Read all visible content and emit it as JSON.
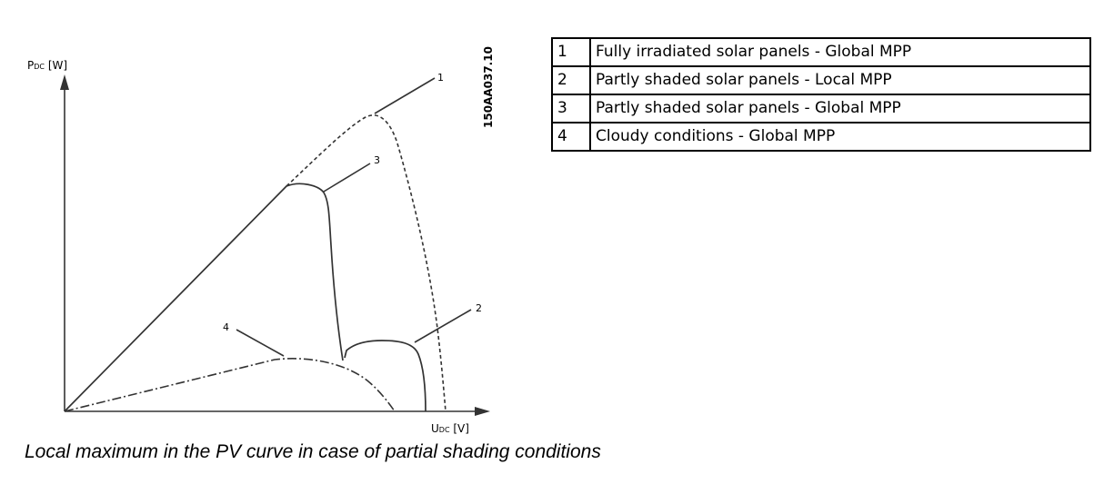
{
  "diagram": {
    "y_axis_label": {
      "main": "P",
      "sub": "DC",
      "unit": " [W]"
    },
    "x_axis_label": {
      "main": "U",
      "sub": "DC",
      "unit": " [V]"
    },
    "drawing_code": "150AA037.10",
    "callouts": [
      "1",
      "2",
      "3",
      "4"
    ]
  },
  "legend": [
    {
      "num": "1",
      "text": "Fully irradiated solar panels - Global MPP"
    },
    {
      "num": "2",
      "text": "Partly shaded solar panels - Local MPP"
    },
    {
      "num": "3",
      "text": "Partly shaded solar panels - Global MPP"
    },
    {
      "num": "4",
      "text": "Cloudy conditions - Global MPP"
    }
  ],
  "caption": "Local maximum in the PV curve in case of partial shading conditions",
  "colors": {
    "line": "#333333",
    "text": "#000000",
    "background": "#ffffff"
  }
}
